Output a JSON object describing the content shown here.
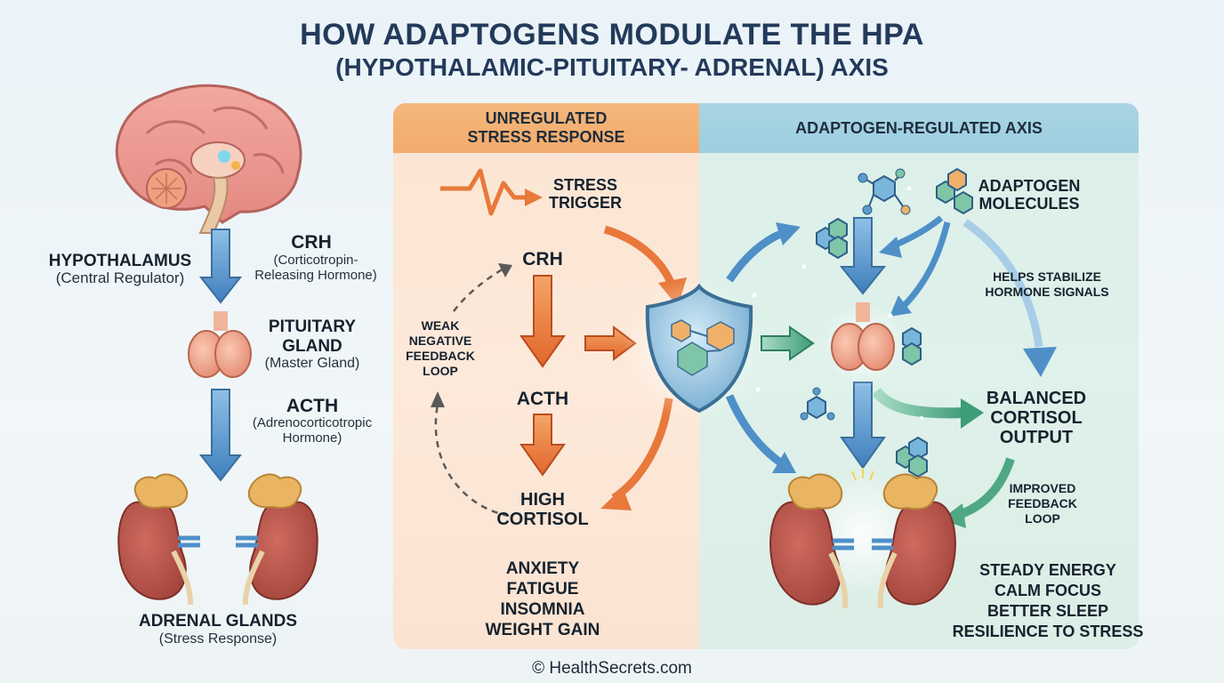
{
  "title": {
    "line1": "HOW ADAPTOGENS MODULATE THE HPA",
    "line2": "(HYPOTHALAMIC-PITUITARY- ADRENAL) AXIS"
  },
  "left_axis": {
    "hypothalamus": {
      "name": "HYPOTHALAMUS",
      "desc": "(Central Regulator)"
    },
    "crh": {
      "name": "CRH",
      "desc_line1": "(Corticotropin-",
      "desc_line2": "Releasing Hormone)"
    },
    "pituitary": {
      "name_line1": "PITUITARY",
      "name_line2": "GLAND",
      "desc": "(Master Gland)"
    },
    "acth": {
      "name": "ACTH",
      "desc_line1": "(Adrenocorticotropic",
      "desc_line2": "Hormone)"
    },
    "adrenal": {
      "name": "ADRENAL GLANDS",
      "desc": "(Stress Response)"
    }
  },
  "unregulated": {
    "header_line1": "UNREGULATED",
    "header_line2": "STRESS RESPONSE",
    "stress_line1": "STRESS",
    "stress_line2": "TRIGGER",
    "crh": "CRH",
    "acth": "ACTH",
    "cortisol_line1": "HIGH",
    "cortisol_line2": "CORTISOL",
    "feedback": [
      "WEAK",
      "NEGATIVE",
      "FEEDBACK",
      "LOOP"
    ],
    "symptoms": [
      "ANXIETY",
      "FATIGUE",
      "INSOMNIA",
      "WEIGHT GAIN"
    ]
  },
  "regulated": {
    "header": "ADAPTOGEN-REGULATED AXIS",
    "molecules_line1": "ADAPTOGEN",
    "molecules_line2": "MOLECULES",
    "stabilize_line1": "HELPS STABILIZE",
    "stabilize_line2": "HORMONE SIGNALS",
    "balanced": [
      "BALANCED",
      "CORTISOL",
      "OUTPUT"
    ],
    "feedback": [
      "IMPROVED",
      "FEEDBACK",
      "LOOP"
    ],
    "benefits": [
      "STEADY ENERGY",
      "CALM FOCUS",
      "BETTER SLEEP",
      "RESILIENCE TO STRESS"
    ]
  },
  "colors": {
    "orange_arrow": "#e8793a",
    "blue_arrow": "#4f8fc8",
    "green_arrow": "#4fa883",
    "kidney": "#b9544a",
    "adrenal_cap": "#eab563"
  },
  "footer": "© HealthSecrets.com"
}
